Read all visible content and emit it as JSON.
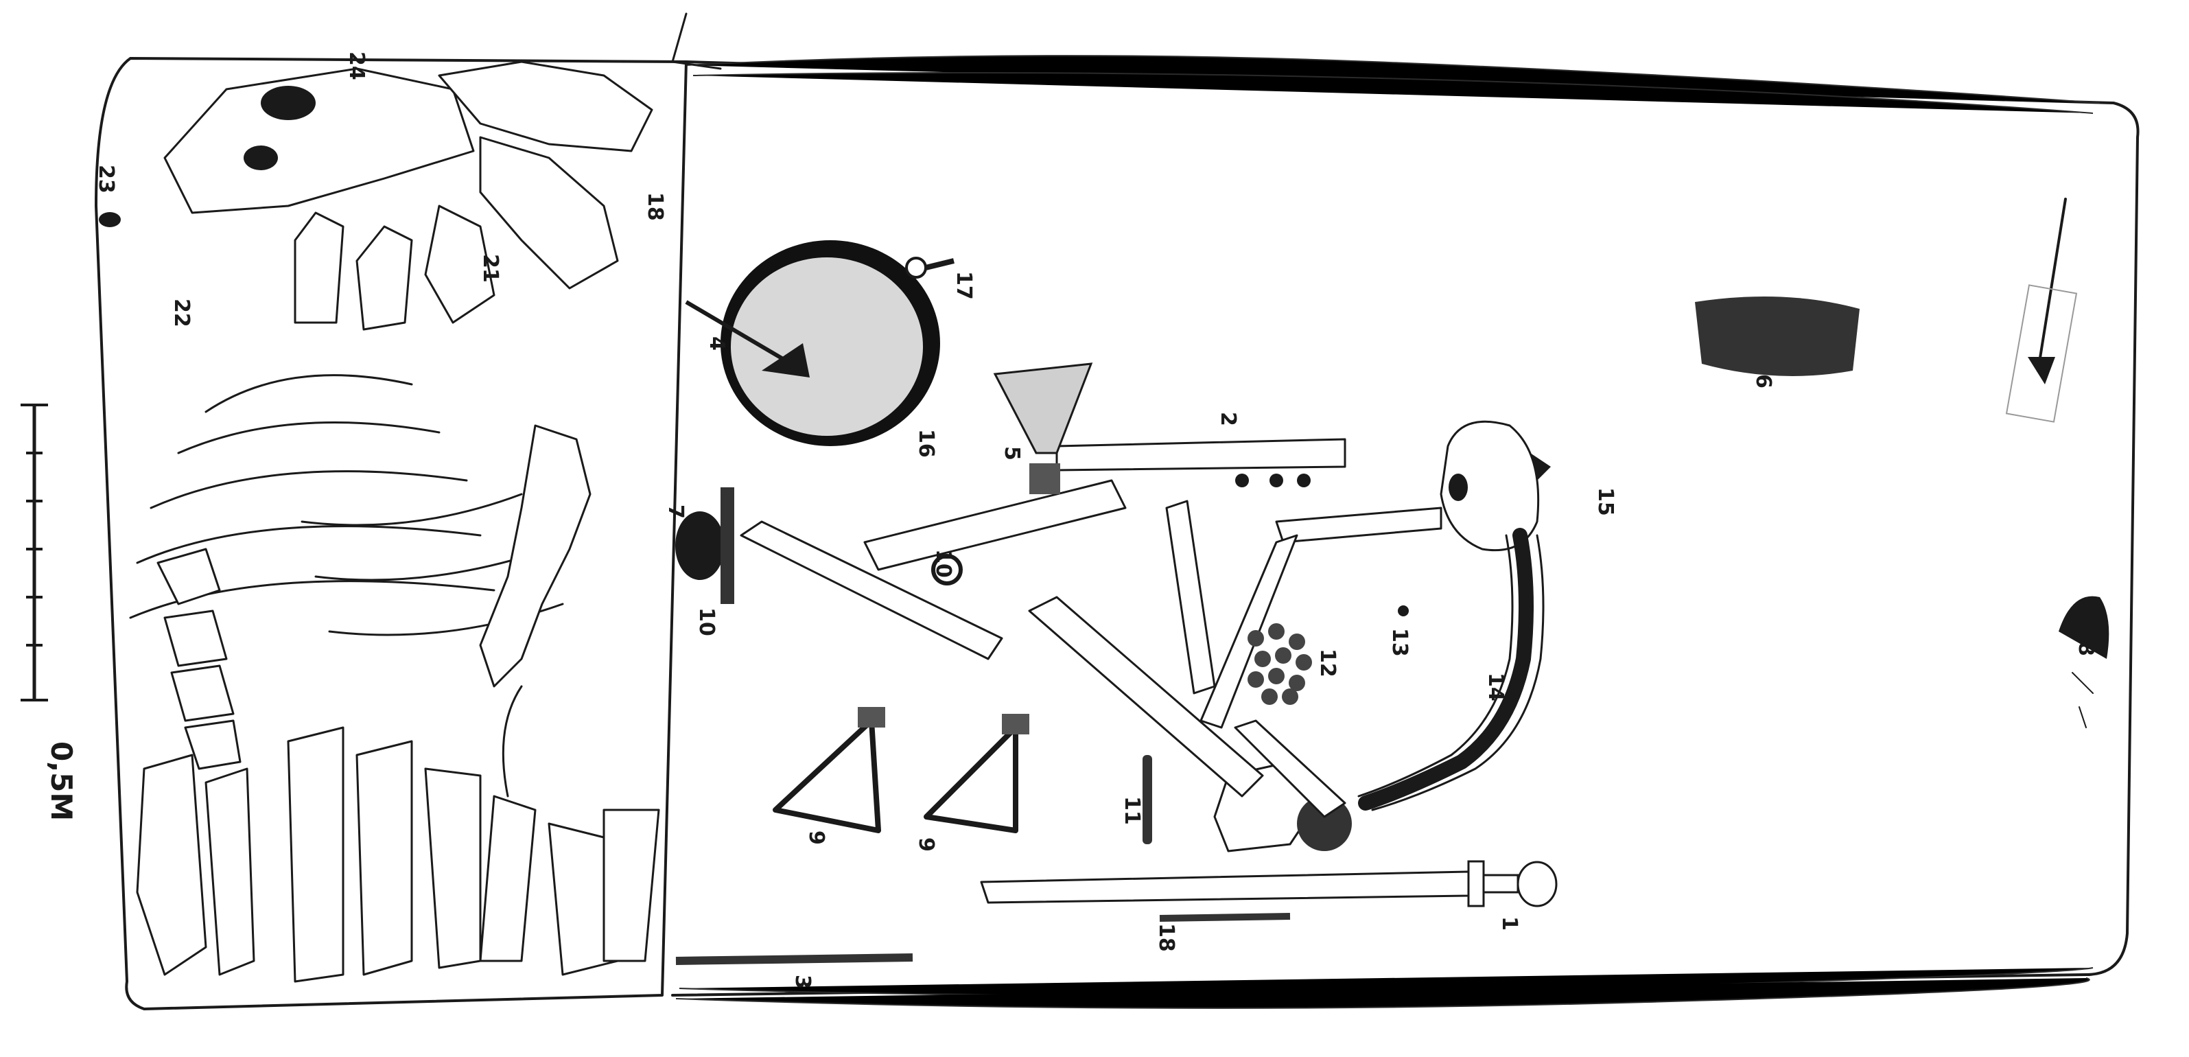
{
  "scale": {
    "label": "0,5M"
  },
  "finds": [
    {
      "id": "sword",
      "label": "1"
    },
    {
      "id": "knife",
      "label": "2"
    },
    {
      "id": "bar-lower",
      "label": "3"
    },
    {
      "id": "bowl-spike",
      "label": "4"
    },
    {
      "id": "axe",
      "label": "5"
    },
    {
      "id": "comb",
      "label": "6"
    },
    {
      "id": "shield-boss",
      "label": "7"
    },
    {
      "id": "boss-right",
      "label": "8"
    },
    {
      "id": "stirrup-a",
      "label": "9"
    },
    {
      "id": "stirrup-b",
      "label": "9"
    },
    {
      "id": "bit",
      "label": "10"
    },
    {
      "id": "ring",
      "label": "10"
    },
    {
      "id": "small-bar",
      "label": "11"
    },
    {
      "id": "game-pieces",
      "label": "12"
    },
    {
      "id": "bead",
      "label": "13"
    },
    {
      "id": "spine-object",
      "label": "14"
    },
    {
      "id": "skull-object",
      "label": "15"
    },
    {
      "id": "bowl",
      "label": "16"
    },
    {
      "id": "key",
      "label": "17"
    },
    {
      "id": "bar-under-sword",
      "label": "18"
    },
    {
      "id": "horse-neck",
      "label": "18"
    },
    {
      "id": "horse-shoulder",
      "label": "21"
    },
    {
      "id": "horse-area",
      "label": "22"
    },
    {
      "id": "oval-object",
      "label": "23"
    },
    {
      "id": "horse-skull",
      "label": "24"
    }
  ]
}
